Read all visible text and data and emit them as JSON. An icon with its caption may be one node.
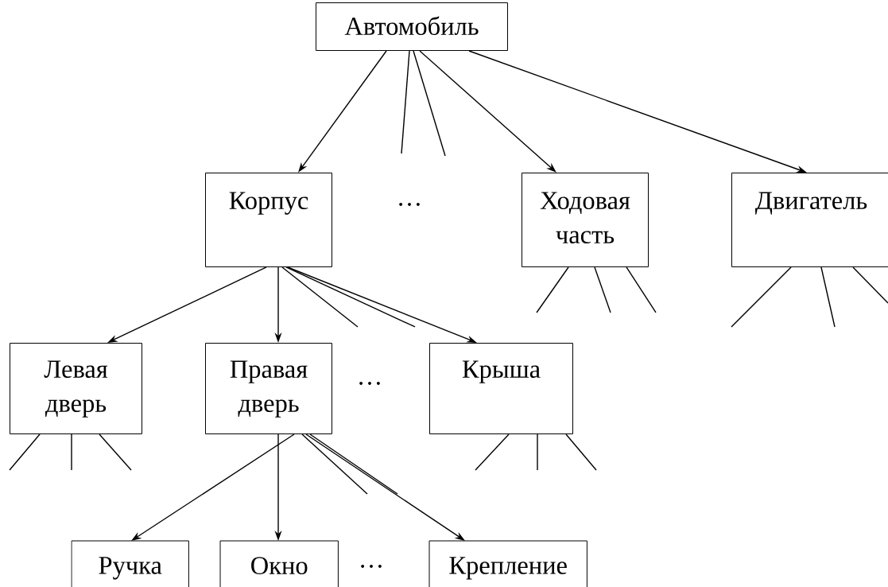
{
  "diagram": {
    "nodes": [
      {
        "text": [
          "Автомобиль"
        ]
      },
      {
        "text": [
          "Корпус"
        ]
      },
      {
        "text": [
          "Ходовая часть"
        ]
      },
      {
        "text": [
          "Двигатель"
        ]
      },
      {
        "text": [
          "Левая дверь"
        ]
      },
      {
        "text": [
          "Правая дверь"
        ]
      },
      {
        "text": [
          "Крыша"
        ]
      },
      {
        "text": [
          "Ручка"
        ]
      },
      {
        "text": [
          "Окно"
        ]
      },
      {
        "text": [
          "Крепление"
        ]
      }
    ],
    "edges": [
      {
        "from": 0,
        "to": 1,
        "arrow": "to"
      },
      {
        "from": 0,
        "to": null,
        "arrow": "none"
      },
      {
        "from": 0,
        "to": null,
        "arrow": "none"
      },
      {
        "from": 0,
        "to": 2,
        "arrow": "to"
      },
      {
        "from": 0,
        "to": 3,
        "arrow": "to"
      },
      {
        "from": 1,
        "to": 4,
        "arrow": "to"
      },
      {
        "from": 1,
        "to": 5,
        "arrow": "to"
      },
      {
        "from": 1,
        "to": null,
        "arrow": "none"
      },
      {
        "from": 1,
        "to": null,
        "arrow": "none"
      },
      {
        "from": 1,
        "to": 6,
        "arrow": "to"
      },
      {
        "from": 2,
        "to": null,
        "arrow": "none"
      },
      {
        "from": 2,
        "to": null,
        "arrow": "none"
      },
      {
        "from": 2,
        "to": null,
        "arrow": "none"
      },
      {
        "from": 3,
        "to": null,
        "arrow": "none"
      },
      {
        "from": 3,
        "to": null,
        "arrow": "none"
      },
      {
        "from": 3,
        "to": null,
        "arrow": "none"
      },
      {
        "from": 4,
        "to": null,
        "arrow": "none"
      },
      {
        "from": 4,
        "to": null,
        "arrow": "none"
      },
      {
        "from": 4,
        "to": null,
        "arrow": "none"
      },
      {
        "from": 5,
        "to": 7,
        "arrow": "to"
      },
      {
        "from": 5,
        "to": 8,
        "arrow": "to"
      },
      {
        "from": 5,
        "to": null,
        "arrow": "none"
      },
      {
        "from": 5,
        "to": null,
        "arrow": "none"
      },
      {
        "from": 5,
        "to": 9,
        "arrow": "to"
      },
      {
        "from": 6,
        "to": null,
        "arrow": "none"
      },
      {
        "from": 6,
        "to": null,
        "arrow": "none"
      },
      {
        "from": 6,
        "to": null,
        "arrow": "none"
      }
    ],
    "labels": [
      "…",
      "…",
      "…"
    ]
  }
}
